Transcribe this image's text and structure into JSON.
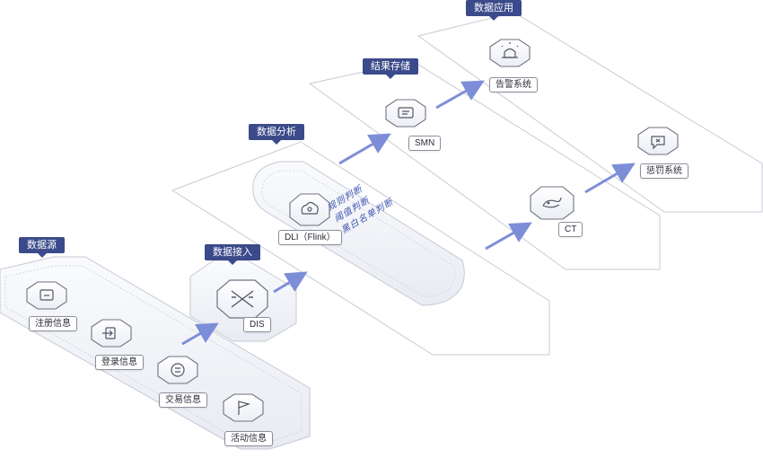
{
  "stages": {
    "source": "数据源",
    "ingest": "数据接入",
    "analysis": "数据分析",
    "storage": "结果存储",
    "application": "数据应用"
  },
  "nodes": {
    "register": "注册信息",
    "login": "登录信息",
    "trade": "交易信息",
    "activity": "活动信息",
    "dis": "DIS",
    "dli": "DLI（Flink）",
    "smn": "SMN",
    "ct": "CT",
    "alarm": "告警系统",
    "punish": "惩罚系统"
  },
  "rules": [
    "规则判断",
    "阈值判断",
    "黑白名单判断"
  ],
  "icons": {
    "register": "id-card-icon",
    "login": "login-icon",
    "trade": "exchange-icon",
    "activity": "flag-icon",
    "dis": "cross-arrows-icon",
    "dli": "cloud-compute-icon",
    "smn": "message-icon",
    "ct": "whale-icon",
    "alarm": "alarm-light-icon",
    "punish": "chat-bubble-icon"
  },
  "colors": {
    "tag": "#3b4a8a",
    "arrow": "#7d8ed8",
    "rule_text": "#3f55b0",
    "panel_stroke": "#c9cbd6"
  }
}
